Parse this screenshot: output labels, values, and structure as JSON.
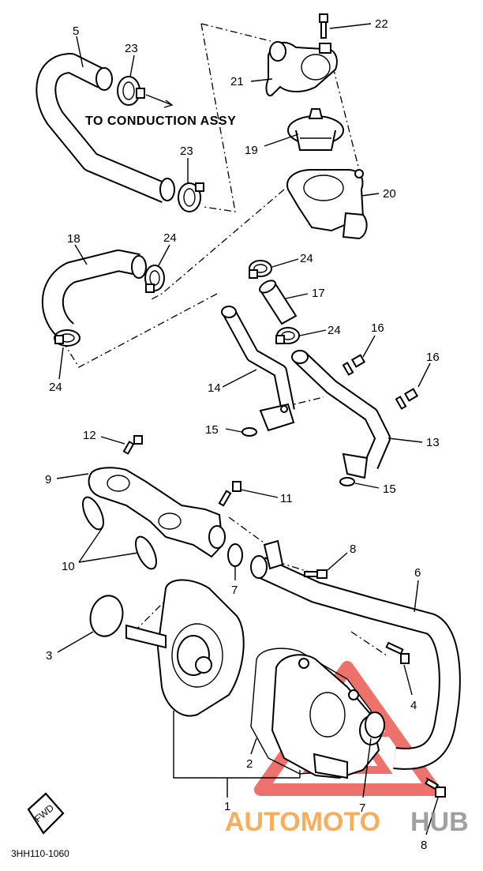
{
  "caption": "TO CONDUCTION ASSY",
  "drawing_code": "3HH110-1060",
  "fwd_label": "FWD",
  "watermark": {
    "text_left": "AUTOMOTO",
    "text_right": "HUB",
    "color_left": "#f4a040",
    "color_right": "#909090",
    "triangle_color": "#e8443a"
  },
  "callouts": [
    {
      "id": "c5",
      "label": "5"
    },
    {
      "id": "c23a",
      "label": "23"
    },
    {
      "id": "c23b",
      "label": "23"
    },
    {
      "id": "c22",
      "label": "22"
    },
    {
      "id": "c21",
      "label": "21"
    },
    {
      "id": "c19",
      "label": "19"
    },
    {
      "id": "c20",
      "label": "20"
    },
    {
      "id": "c18",
      "label": "18"
    },
    {
      "id": "c24a",
      "label": "24"
    },
    {
      "id": "c24b",
      "label": "24"
    },
    {
      "id": "c24c",
      "label": "24"
    },
    {
      "id": "c24d",
      "label": "24"
    },
    {
      "id": "c17",
      "label": "17"
    },
    {
      "id": "c16a",
      "label": "16"
    },
    {
      "id": "c16b",
      "label": "16"
    },
    {
      "id": "c14",
      "label": "14"
    },
    {
      "id": "c15a",
      "label": "15"
    },
    {
      "id": "c15b",
      "label": "15"
    },
    {
      "id": "c13",
      "label": "13"
    },
    {
      "id": "c12",
      "label": "12"
    },
    {
      "id": "c9",
      "label": "9"
    },
    {
      "id": "c11",
      "label": "11"
    },
    {
      "id": "c8a",
      "label": "8"
    },
    {
      "id": "c10",
      "label": "10"
    },
    {
      "id": "c7a",
      "label": "7"
    },
    {
      "id": "c6",
      "label": "6"
    },
    {
      "id": "c3",
      "label": "3"
    },
    {
      "id": "c4",
      "label": "4"
    },
    {
      "id": "c2",
      "label": "2"
    },
    {
      "id": "c1",
      "label": "1"
    },
    {
      "id": "c7b",
      "label": "7"
    },
    {
      "id": "c8b",
      "label": "8"
    }
  ]
}
